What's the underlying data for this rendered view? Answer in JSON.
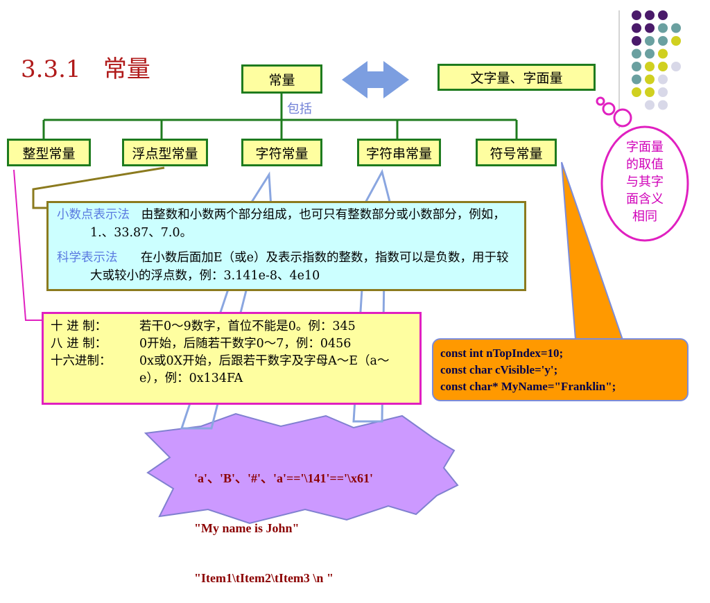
{
  "title": "3.3.1   常量",
  "top_box": "常量",
  "right_box": "文字量、字面量",
  "include_label": "包括",
  "categories": [
    "整型常量",
    "浮点型常量",
    "字符常量",
    "字符串常量",
    "符号常量"
  ],
  "float_panel": {
    "decimal_label": "小数点表示法",
    "decimal_text": "由整数和小数两个部分组成，也可只有整数部分或小数部分，例如，1.、33.87、7.0。",
    "sci_label": "科学表示法",
    "sci_text": "在小数后面加E（或e）及表示指数的整数，指数可以是负数，用于较大或较小的浮点数，例：3.141e-8、4e10"
  },
  "int_panel": [
    {
      "k": "十 进 制：",
      "v": "若干0～9数字，首位不能是0。例：345"
    },
    {
      "k": "八 进 制：",
      "v": "0开始，后随若干数字0～7，例：0456"
    },
    {
      "k": "十六进制：",
      "v": "0x或0X开始，后跟若干数字及字母A～E（a～e），例：0x134FA"
    }
  ],
  "code_lines": [
    "const int  nTopIndex=10;",
    "const char  cVisible='y';",
    "const char* MyName=\"Franklin\";"
  ],
  "cloud_text": [
    "字面量",
    "的取值",
    "与其字",
    "面含义",
    "相同"
  ],
  "burst_lines": [
    "'a'、'B'、'#'、'a'=='\\141'=='\\x61'",
    "\"My name is John\"",
    "\"Item1\\tItem2\\tItem3 \\n \""
  ],
  "colors": {
    "title": "#b01a1a",
    "box_fill": "#fefea0",
    "box_border": "#1e7b1e",
    "accent_blue": "#6f7fd6",
    "magenta": "#e020c0",
    "orange": "#ff9900",
    "burst": "#cc99ff"
  }
}
